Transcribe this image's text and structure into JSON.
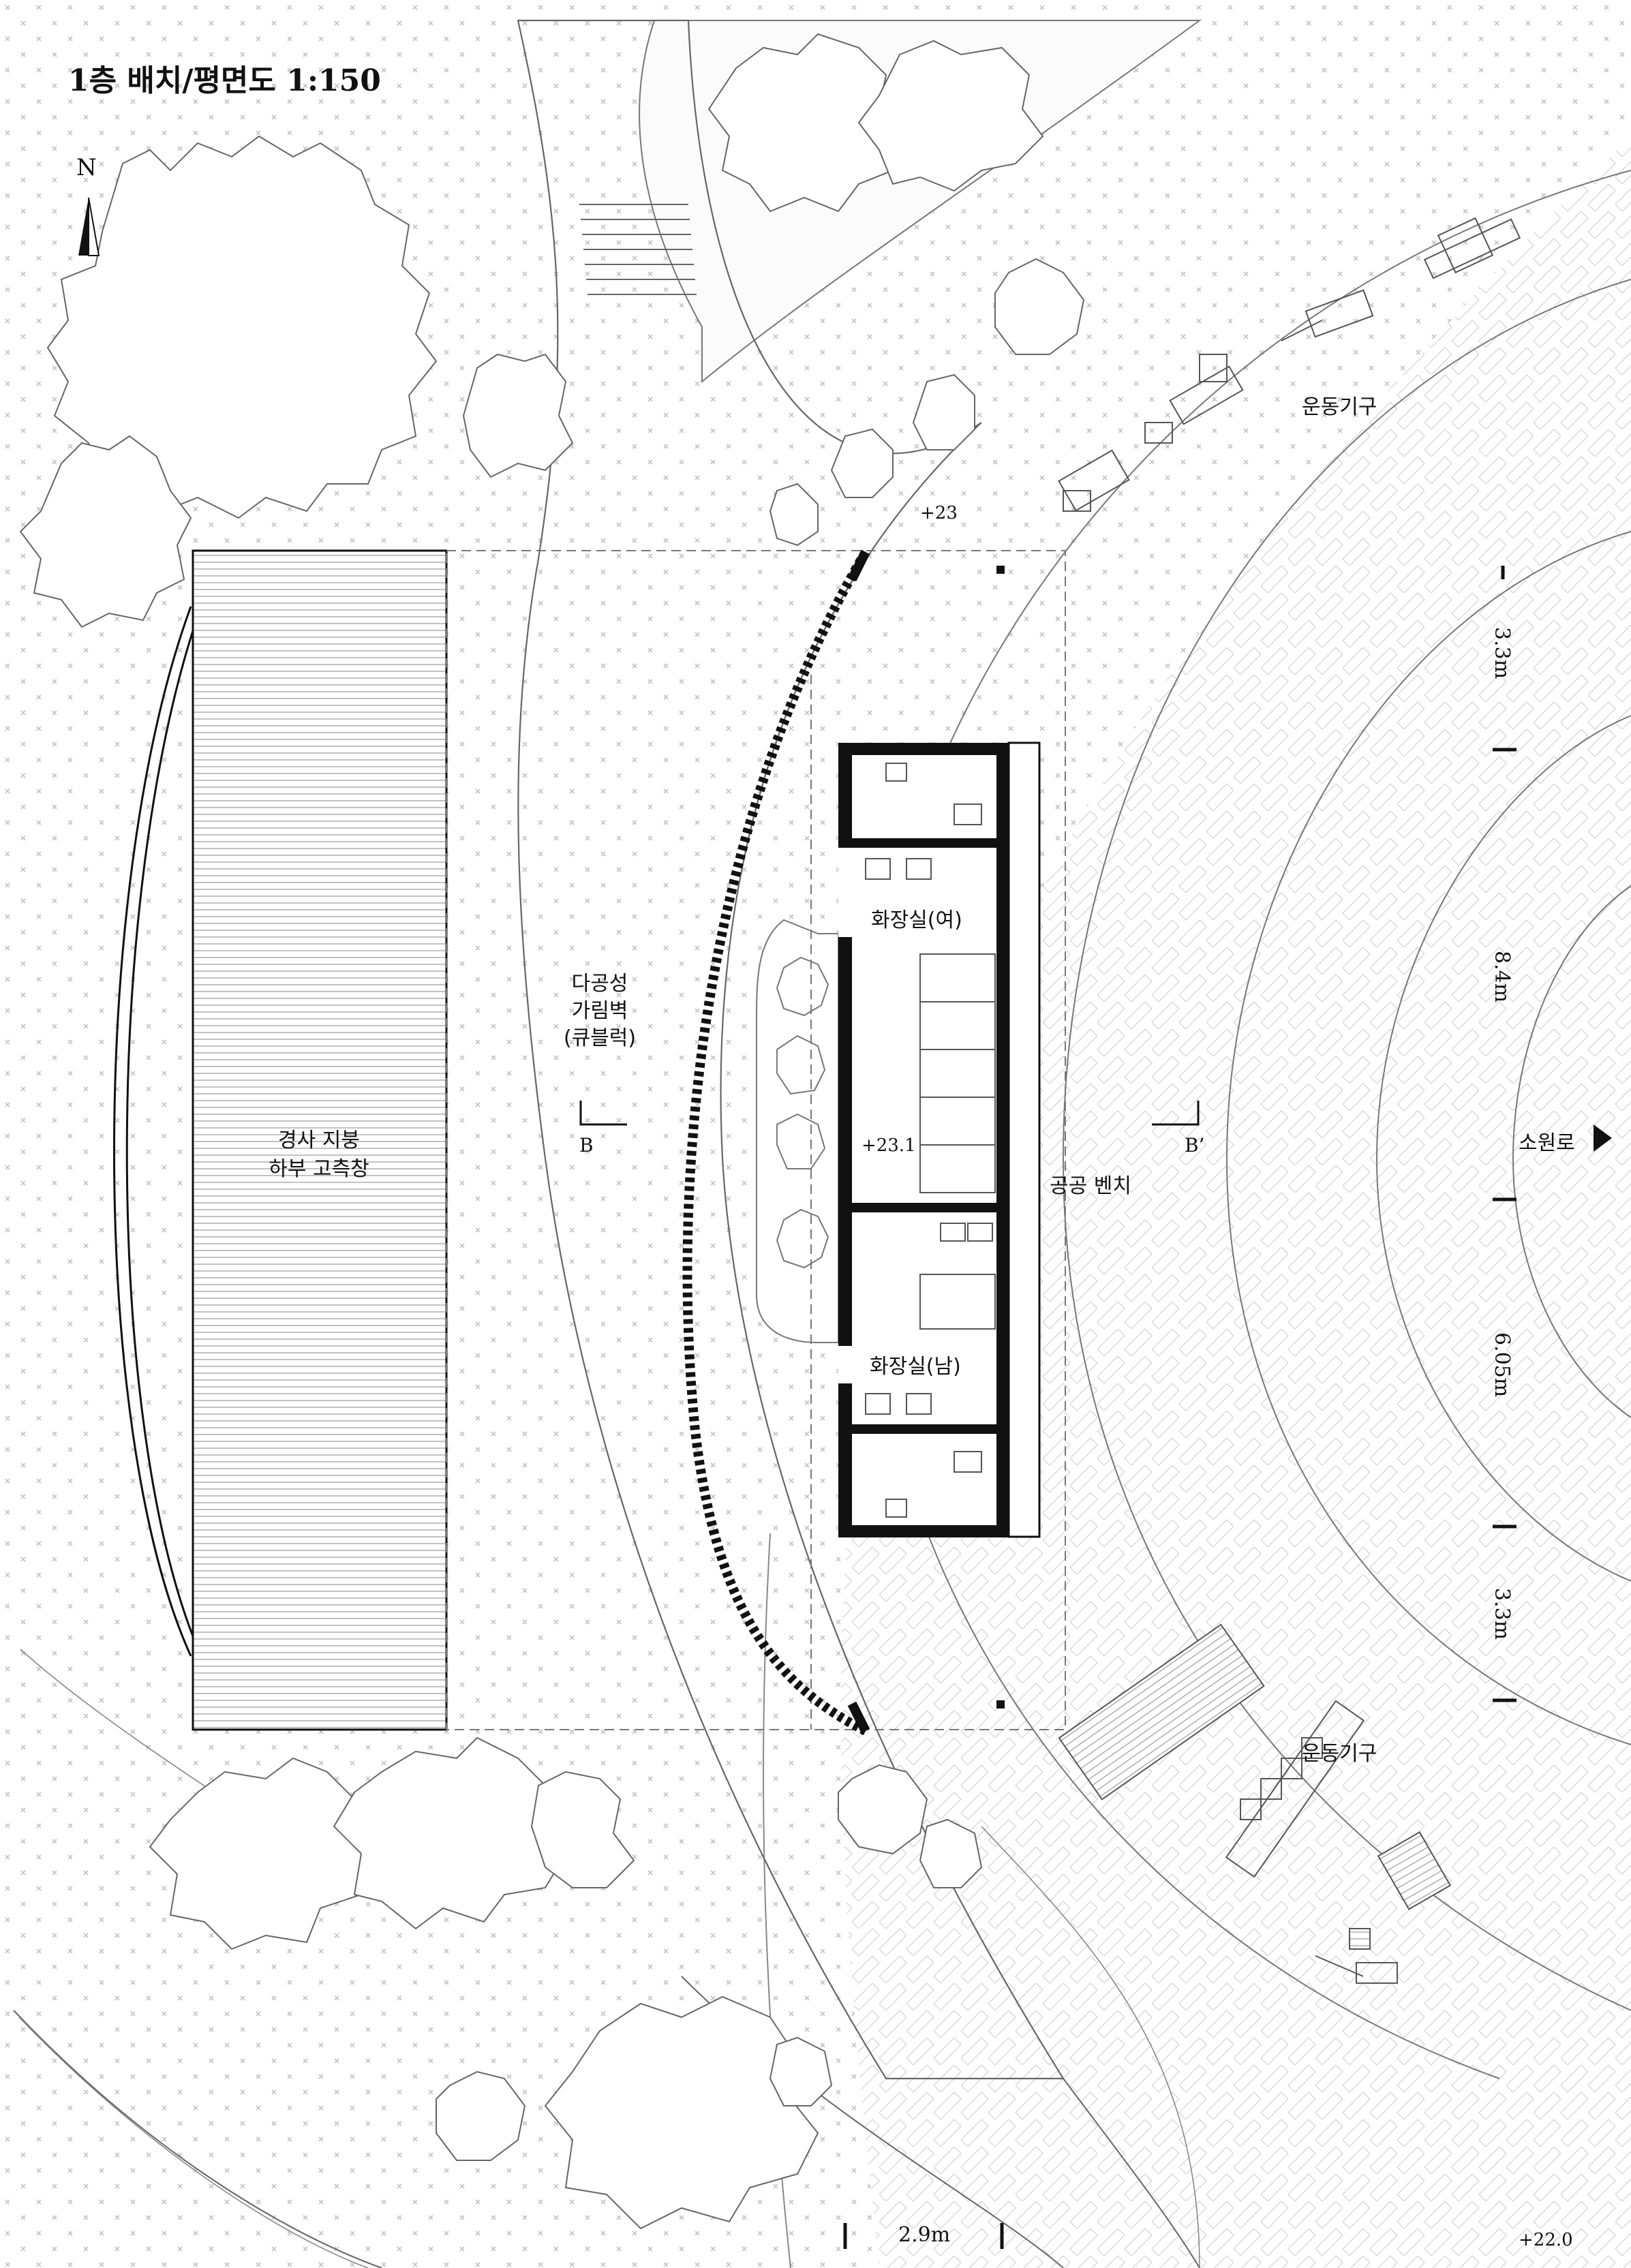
{
  "title": "1층 배치/평면도 1:150",
  "north": "N",
  "labels": {
    "roof_line1": "경사 지붕",
    "roof_line2": "하부 고측창",
    "wall_line1": "다공성",
    "wall_line2": "가림벽",
    "wall_line3": "(큐블럭)",
    "toilet_f": "화장실(여)",
    "toilet_m": "화장실(남)",
    "bench": "공공 벤치",
    "equip_top": "운동기구",
    "equip_bottom": "운동기구",
    "path": "소원로",
    "section_b": "B",
    "section_b2": "B’"
  },
  "elevations": {
    "e1": "+23",
    "e2": "+23.1",
    "e3": "+22.0"
  },
  "dimensions": {
    "d1": "3.3m",
    "d2": "8.4m",
    "d3": "6.05m",
    "d4": "3.3m",
    "d5": "2.9m"
  },
  "colors": {
    "ink": "#111111",
    "line": "#333333",
    "light": "#b5b5b5",
    "paper": "#ffffff"
  }
}
